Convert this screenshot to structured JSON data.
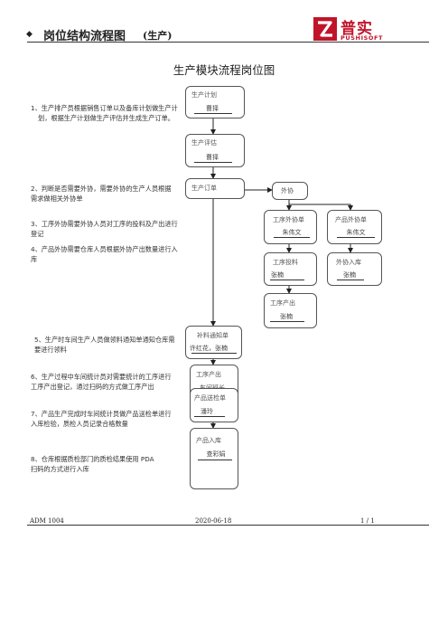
{
  "header": {
    "title": "岗位结构流程图",
    "subtitle": "(生产)",
    "logo": {
      "name_cn": "普实",
      "name_en": "PUSHISOFT"
    }
  },
  "page_title": "生产模块流程岗位图",
  "notes": [
    {
      "lines": [
        "1、生产排产员根据销售订单以及备库计划做生产计",
        "划，根据生产计划做生产评估并生成生产订单。"
      ]
    },
    {
      "lines": [
        "2、判断是否需要外协，需要外协的生产人员根据",
        "需求做相关外协单"
      ]
    },
    {
      "lines": [
        "3、工序外协需要外协人员对工序的投料及产出进行",
        "登记"
      ]
    },
    {
      "lines": [
        "4、产品外协需要仓库人员根据外协产出数量进行入",
        "库"
      ]
    },
    {
      "lines": [
        "5、生产时车间生产人员做领料通知单通知仓库需",
        "要进行领料"
      ]
    },
    {
      "lines": [
        "6、生产过程中车间统计员对需要统计的工序进行",
        "工序产出登记，通过扫码的方式做工序产出"
      ]
    },
    {
      "lines": [
        "7、产品生产完成时车间统计员做产品送检单进行",
        "入库检验，质检人员记录合格数量"
      ]
    },
    {
      "lines": [
        "8、仓库根据质检部门的质检结果使用 PDA",
        "扫码的方式进行入库"
      ]
    }
  ],
  "boxes": {
    "plan": {
      "title": "生产计划",
      "name": "曹择"
    },
    "eval": {
      "title": "生产评估",
      "name": "曹择"
    },
    "order": {
      "title": "生产订单",
      "name": ""
    },
    "outsource": {
      "title": "外协",
      "name": ""
    },
    "proc_out": {
      "title": "工序外协单",
      "name": "朱伟文"
    },
    "prod_out": {
      "title": "产品外协单",
      "name": "朱伟文"
    },
    "proc_feed": {
      "title": "工序投料",
      "name": "张楠"
    },
    "out_stock": {
      "title": "外协入库",
      "name": "张楠"
    },
    "proc_yield_a": {
      "title": "工序产出",
      "name": "张楠"
    },
    "material": {
      "title": "补料通知单",
      "name": "许红花，张楠"
    },
    "proc_yield_b": {
      "title": "工序产出",
      "name": "车间班长"
    },
    "inspect": {
      "title": "产品送检单",
      "name": "潘玲"
    },
    "stock_in": {
      "title": "产品入库",
      "name": "查彩娟"
    }
  },
  "footer": {
    "doc_no": "ADM 1004",
    "date": "2020-06-18",
    "page": "1 / 1"
  }
}
